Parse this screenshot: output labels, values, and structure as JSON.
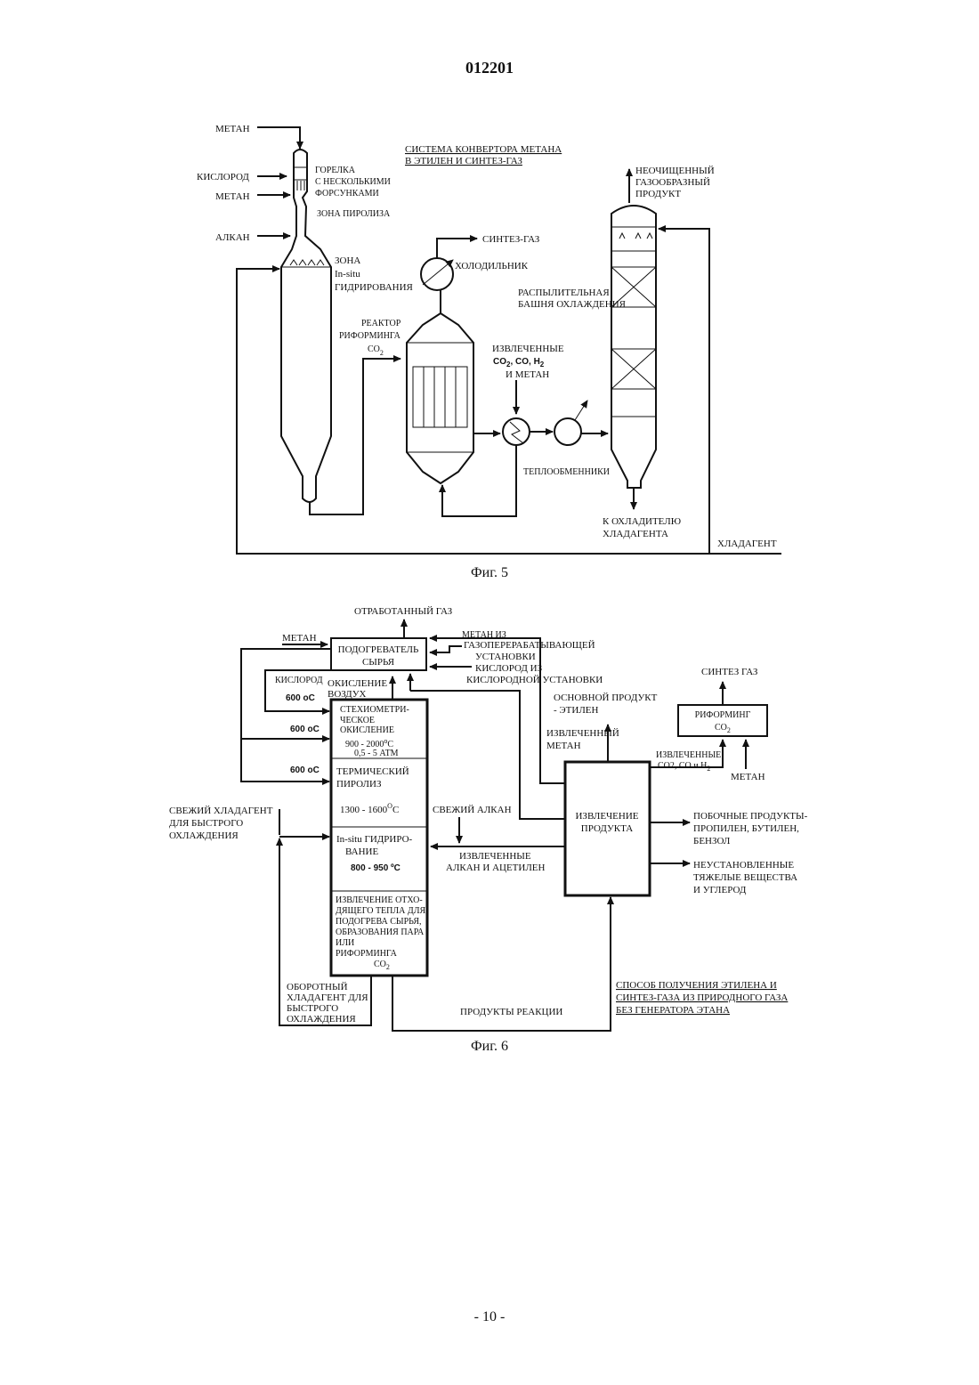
{
  "page": {
    "doc_number": "012201",
    "page_number": "- 10 -"
  },
  "fig5": {
    "caption": "Фиг. 5",
    "title_1": "СИСТЕМА КОНВЕРТОРА МЕТАНА",
    "title_2": "В ЭТИЛЕН И СИНТЕЗ-ГАЗ",
    "in_methane_top": "МЕТАН",
    "in_oxygen": "КИСЛОРОД",
    "in_methane": "МЕТАН",
    "in_alkane": "АЛКАН",
    "burner_1": "ГОРЕЛКА",
    "burner_2": "С НЕСКОЛЬКИМИ",
    "burner_3": "ФОРСУНКАМИ",
    "pyrolysis_zone": "ЗОНА ПИРОЛИЗА",
    "hydro_1": "ЗОНА",
    "hydro_2": "In-situ",
    "hydro_3": "ГИДРИРОВАНИЯ",
    "reactor_1": "РЕАКТОР",
    "reactor_2": "РИФОРМИНГА",
    "reactor_3": "CO",
    "reactor_3_sub": "2",
    "syngas": "СИНТЕЗ-ГАЗ",
    "cooler": "ХОЛОДИЛЬНИК",
    "recovered_1": "ИЗВЛЕЧЕННЫЕ",
    "recovered_2": "CO",
    "recovered_2_sub": "2",
    "recovered_2b": ", CO, H",
    "recovered_2b_sub": "2",
    "recovered_3": "И МЕТАН",
    "heat_exchangers": "ТЕПЛООБМЕННИКИ",
    "raw_1": "НЕОЧИЩЕННЫЙ",
    "raw_2": "ГАЗООБРАЗНЫЙ",
    "raw_3": "ПРОДУКТ",
    "tower_1": "РАСПЫЛИТЕЛЬНАЯ",
    "tower_2": "БАШНЯ ОХЛАЖДЕНИЯ",
    "to_cooler_1": "К ОХЛАДИТЕЛЮ",
    "to_cooler_2": "ХЛАДАГЕНТА",
    "coolant": "ХЛАДАГЕНТ"
  },
  "fig6": {
    "caption": "Фиг. 6",
    "exhaust": "ОТРАБОТАННЫЙ ГАЗ",
    "methane": "МЕТАН",
    "preheater_1": "ПОДОГРЕВАТЕЛЬ",
    "preheater_2": "СЫРЬЯ",
    "gas_plant_1": "МЕТАН ИЗ",
    "gas_plant_2": "ГАЗОПЕРЕРАБАТЫВАЮЩЕЙ",
    "gas_plant_3": "УСТАНОВКИ",
    "oxy_plant_1": "КИСЛОРОД ИЗ",
    "oxy_plant_2": "КИСЛОРОДНОЙ УСТАНОВКИ",
    "oxygen": "КИСЛОРОД",
    "temp_600_a": "600 oC",
    "temp_600_b": "600 oC",
    "temp_600_c": "600 oC",
    "ox_air_1": "ОКИСЛЕНИЕ",
    "ox_air_2": "ВОЗДУХ",
    "stoich_1": "СТЕХИОМЕТРИ-",
    "stoich_2": "ЧЕСКОЕ",
    "stoich_3": "ОКИСЛЕНИЕ",
    "stoich_4": "900 - 2000",
    "stoich_4_sup": "o",
    "stoich_4b": "C",
    "stoich_5": "0,5 - 5 АТМ",
    "thermal_1": "ТЕРМИЧЕСКИЙ",
    "thermal_2": "ПИРОЛИЗ",
    "thermal_3": "1300 - 1600",
    "thermal_3_sup": "O",
    "thermal_3b": "C",
    "insitu_1": "In-situ ГИДРИРО-",
    "insitu_2": "ВАНИЕ",
    "insitu_3": "800 - 950 ºC",
    "waste_1": "ИЗВЛЕЧЕНИЕ ОТХО-",
    "waste_2": "ДЯЩЕГО ТЕПЛА ДЛЯ",
    "waste_3": "ПОДОГРЕВА СЫРЬЯ,",
    "waste_4": "ОБРАЗОВАНИЯ ПАРА",
    "waste_5": "ИЛИ",
    "waste_6": "РИФОРМИНГА",
    "waste_7": "CO",
    "waste_7_sub": "2",
    "fresh_coolant_1": "СВЕЖИЙ ХЛАДАГЕНТ",
    "fresh_coolant_2": "ДЛЯ БЫСТРОГО",
    "fresh_coolant_3": "ОХЛАЖДЕНИЯ",
    "recycle_1": "ОБОРОТНЫЙ",
    "recycle_2": "ХЛАДАГЕНТ ДЛЯ",
    "recycle_3": "БЫСТРОГО",
    "recycle_4": "ОХЛАЖДЕНИЯ",
    "fresh_alkane": "СВЕЖИЙ АЛКАН",
    "rec_alk_1": "ИЗВЛЕЧЕННЫЕ",
    "rec_alk_2": "АЛКАН И АЦЕТИЛЕН",
    "reaction_products": "ПРОДУКТЫ РЕАКЦИИ",
    "main_prod_1": "ОСНОВНОЙ ПРОДУКТ",
    "main_prod_2": "- ЭТИЛЕН",
    "rec_methane_1": "ИЗВЛЕЧЕННЫЙ",
    "rec_methane_2": "МЕТАН",
    "extract_1": "ИЗВЛЕЧЕНИЕ",
    "extract_2": "ПРОДУКТА",
    "syngas": "СИНТЕЗ ГАЗ",
    "reforming_1": "РИФОРМИНГ",
    "reforming_2": "CO",
    "reforming_2_sub": "2",
    "rec_gases_1": "ИЗВЛЕЧЕННЫЕ",
    "rec_gases_2": "CO2, CO и H",
    "rec_gases_2_sub": "2",
    "methane2": "МЕТАН",
    "byprod_1": "ПОБОЧНЫЕ ПРОДУКТЫ-",
    "byprod_2": "ПРОПИЛЕН, БУТИЛЕН,",
    "byprod_3": "БЕНЗОЛ",
    "heavy_1": "НЕУСТАНОВЛЕННЫЕ",
    "heavy_2": "ТЯЖЕЛЫЕ ВЕЩЕСТВА",
    "heavy_3": "И УГЛЕРОД",
    "title_1": "СПОСОБ ПОЛУЧЕНИЯ ЭТИЛЕНА И",
    "title_2": "СИНТЕЗ-ГАЗА ИЗ ПРИРОДНОГО ГАЗА",
    "title_3": "БЕЗ ГЕНЕРАТОРА ЭТАНА"
  }
}
